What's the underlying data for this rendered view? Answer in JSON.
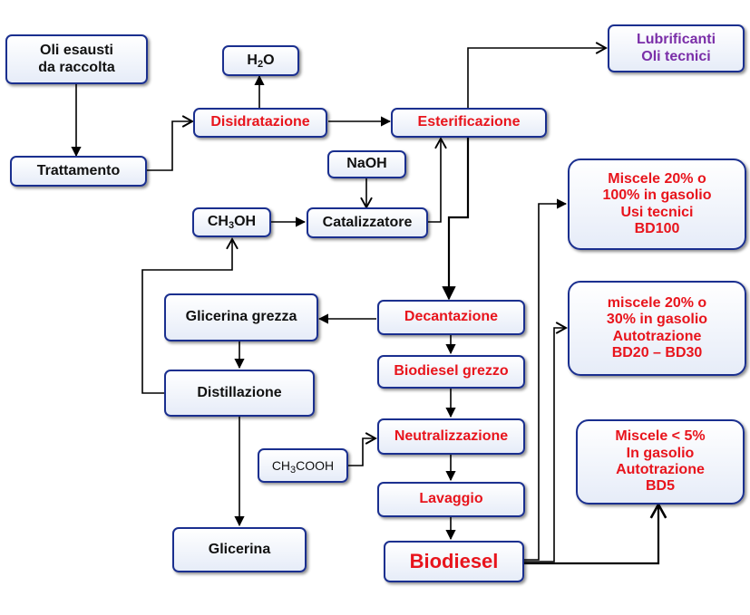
{
  "nodes": {
    "oli_esausti": "Oli esausti\nda raccolta",
    "trattamento": "Trattamento",
    "h2o": {
      "pre": "H",
      "sub": "2",
      "post": "O"
    },
    "disidratazione": "Disidratazione",
    "esterificazione": "Esterificazione",
    "lubrificanti": "Lubrificanti\nOli tecnici",
    "naoh": "NaOH",
    "ch3oh": {
      "pre": "CH",
      "sub": "3",
      "post": "OH"
    },
    "catalizzatore": "Catalizzatore",
    "glicerina_grezza": "Glicerina grezza",
    "decantazione": "Decantazione",
    "distillazione": "Distillazione",
    "biodiesel_grezzo": "Biodiesel grezzo",
    "ch3cooh": {
      "pre": "CH",
      "sub": "3",
      "post": "COOH"
    },
    "neutralizzazione": "Neutralizzazione",
    "lavaggio": "Lavaggio",
    "glicerina": "Glicerina",
    "biodiesel": "Biodiesel",
    "miscele_bd100": "Miscele 20% o\n100% in gasolio\nUsi tecnici\nBD100",
    "miscele_bd30": "miscele 20% o\n30% in gasolio\nAutotrazione\nBD20 – BD30",
    "miscele_bd5": "Miscele < 5%\nIn gasolio\nAutotrazione\nBD5"
  },
  "colors": {
    "border": "#1a2f8f",
    "box_fill": "#e6ecf8",
    "process_text": "#e8141c",
    "product_text": "#7a2ea8",
    "default_text": "#111111",
    "arrow": "#000000"
  }
}
